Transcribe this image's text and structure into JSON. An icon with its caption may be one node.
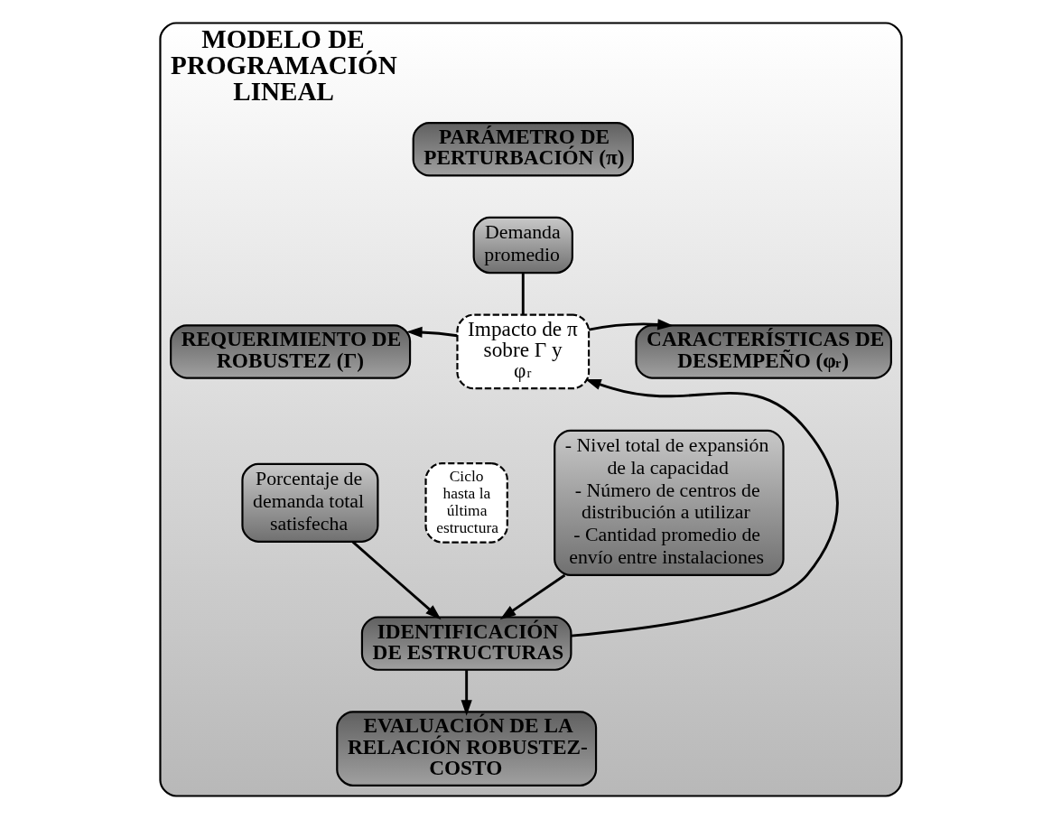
{
  "diagram": {
    "nodes": [
      {
        "text": [
          "MODELO DE PROGRAMACIÓN LINEAL"
        ]
      },
      {
        "text": [
          "PARÁMETRO DE PERTURBACIÓN (π)"
        ],
        "in": 0
      },
      {
        "text": [
          "Demanda promedio"
        ],
        "in": 0
      },
      {
        "text": [
          "REQUERIMIENTO DE ROBUSTEZ (Γ)"
        ],
        "in": 0
      },
      {
        "text": [
          "Impacto de π sobre Γ y φ$_{r}$"
        ],
        "in": 0
      },
      {
        "text": [
          "CARACTERÍSTICAS DE DESEMPEÑO (φ$_{r}$)"
        ],
        "in": 0
      },
      {
        "text": [
          "Porcentaje de demanda total satisfecha"
        ],
        "in": 0
      },
      {
        "text": [
          "Ciclo hasta la última estructura"
        ],
        "in": 0
      },
      {
        "text": [
          "- Nivel total de expansión de la capacidad",
          "- Número de centros de distribución a utilizar",
          "- Cantidad promedio de envío entre instalaciones"
        ],
        "in": 0
      },
      {
        "text": [
          "IDENTIFICACIÓN DE ESTRUCTURAS"
        ],
        "in": 0
      },
      {
        "text": [
          "EVALUACIÓN DE LA RELACIÓN ROBUSTEZ-COSTO"
        ],
        "in": 0
      }
    ],
    "edges": [
      {
        "from": 2,
        "to": 4,
        "arrow": "none"
      },
      {
        "from": 4,
        "to": 3,
        "arrow": "to"
      },
      {
        "from": 4,
        "to": 5,
        "arrow": "to"
      },
      {
        "from": 6,
        "to": 9,
        "arrow": "to"
      },
      {
        "from": 8,
        "to": 9,
        "arrow": "to"
      },
      {
        "from": 9,
        "to": 4,
        "arrow": "to"
      },
      {
        "from": 9,
        "to": 10,
        "arrow": "to"
      }
    ]
  }
}
